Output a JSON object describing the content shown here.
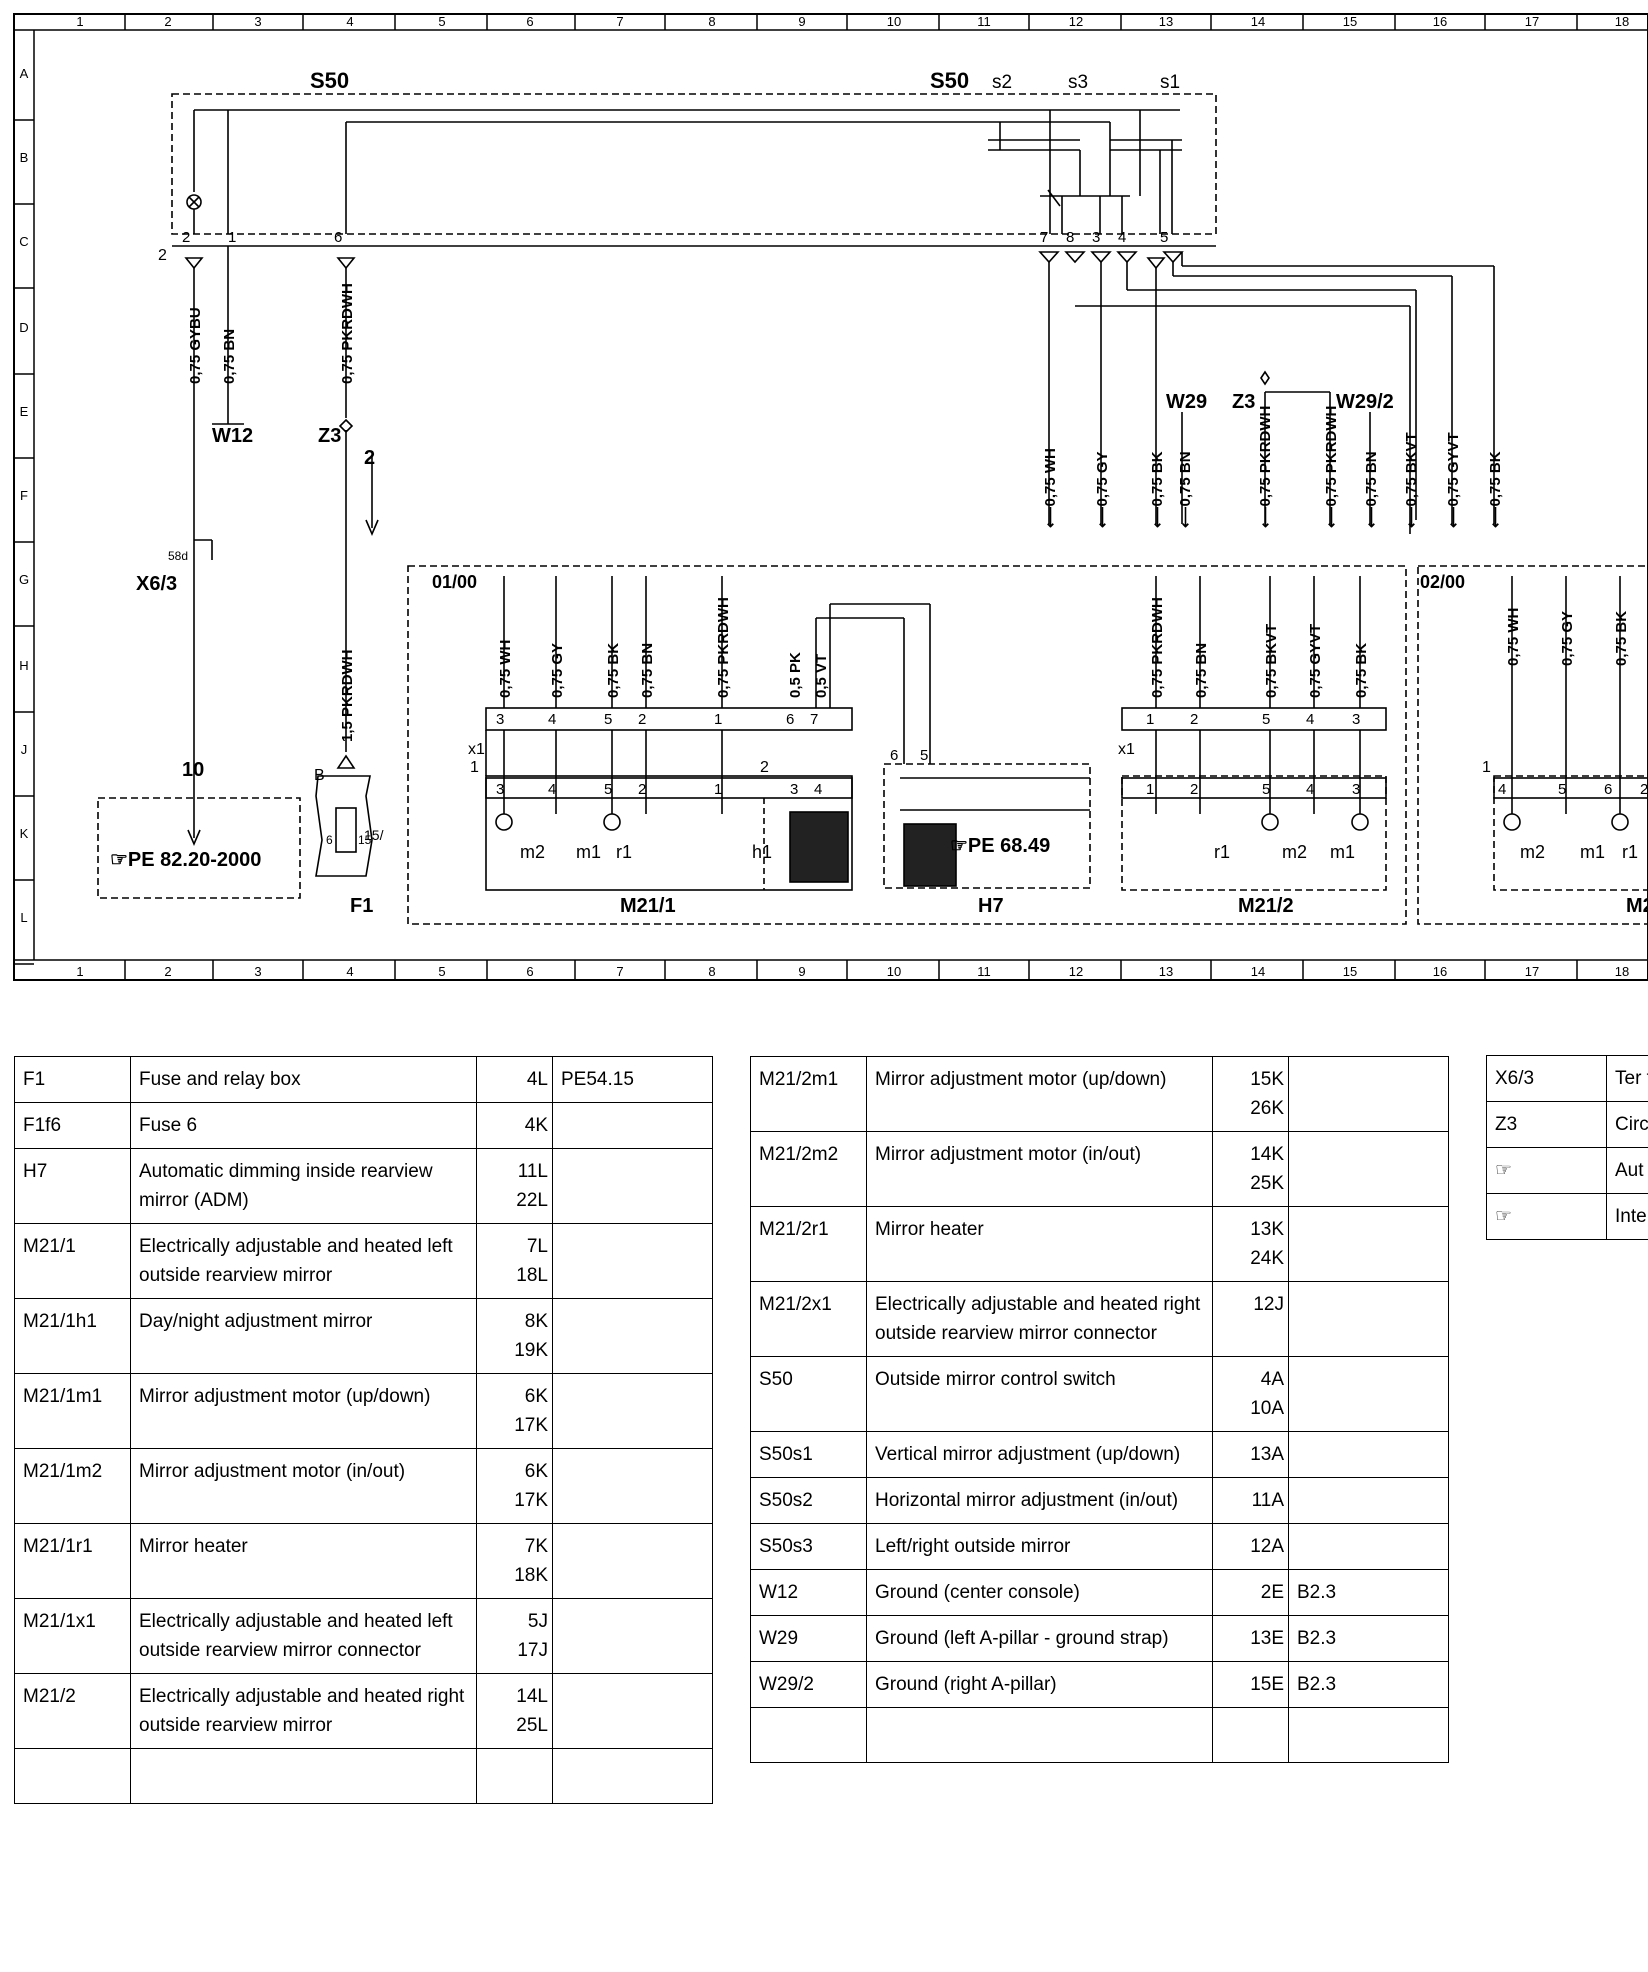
{
  "grid": {
    "columns": [
      "1",
      "2",
      "3",
      "4",
      "5",
      "6",
      "7",
      "8",
      "9",
      "10",
      "11",
      "12",
      "13",
      "14",
      "15",
      "16",
      "17",
      "18"
    ],
    "rows": [
      "A",
      "B",
      "C",
      "D",
      "E",
      "F",
      "G",
      "H",
      "J",
      "K",
      "L"
    ]
  },
  "labels": {
    "s50_left": "S50",
    "s50_right": "S50",
    "s2": "s2",
    "s3": "s3",
    "s1": "s1",
    "w12": "W12",
    "z3_left": "Z3",
    "z3_right": "Z3",
    "w29": "W29",
    "w29_2": "W29/2",
    "x6_3": "X6/3",
    "x6_3_pin": "58d",
    "f1": "F1",
    "f1_b": "B",
    "f1_6": "6",
    "f1_15": "15",
    "f1_15b": "15/",
    "ten": "10",
    "two_arrow": "2",
    "pe_left": "☞PE 82.20-2000",
    "pe_mid": "☞PE 68.49",
    "m21_1": "M21/1",
    "h7": "H7",
    "m21_2": "M21/2",
    "m_right": "M2",
    "sec_0100": "01/00",
    "sec_0200": "02/00",
    "x1_left": "x1",
    "x1_right": "x1",
    "m2": "m2",
    "m1": "m1",
    "r1": "r1",
    "h1": "h1",
    "one": "1",
    "two": "2"
  },
  "connector_pins": {
    "s50_bottom": [
      "2",
      "1",
      "6",
      "7",
      "8",
      "3",
      "4",
      "5"
    ],
    "m21_1_top": [
      "3",
      "4",
      "5",
      "2",
      "1",
      "6",
      "7"
    ],
    "m21_1_bot": [
      "3",
      "4",
      "5",
      "2",
      "1",
      "3",
      "4"
    ],
    "h7": [
      "6",
      "5"
    ],
    "m21_2_top": [
      "1",
      "2",
      "5",
      "4",
      "3"
    ],
    "m21_2_bot": [
      "1",
      "2",
      "5",
      "4",
      "3"
    ],
    "m_right_bot": [
      "4",
      "5",
      "6",
      "2"
    ]
  },
  "wires": {
    "gybu": "0,75 GYBU",
    "bn_left": "0,75 BN",
    "pkrdwh_left": "0,75 PKRDWH",
    "pkrdwh_f1": "1,5 PKRDWH",
    "top_right": [
      "0,75 WH",
      "0,75 GY",
      "0,75 BK",
      "0,75 BN",
      "0,75 PKRDWH",
      "0,75 PKRDWH",
      "0,75 BN",
      "0,75 BKVT",
      "0,75 GYVT",
      "0,75 BK"
    ],
    "m21_1": [
      "0,75 WH",
      "0,75 GY",
      "0,75 BK",
      "0,75 BN",
      "0,75 PKRDWH",
      "0,5 PK",
      "0,5 VT"
    ],
    "m21_2": [
      "0,75 PKRDWH",
      "0,75 BN",
      "0,75 BKVT",
      "0,75 GYVT",
      "0,75 BK"
    ],
    "m_right": [
      "0,75 WH",
      "0,75 GY",
      "0,75 BK"
    ]
  },
  "legend1": [
    {
      "code": "F1",
      "desc": "Fuse and relay box",
      "loc": "4L",
      "ref": "PE54.15"
    },
    {
      "code": "F1f6",
      "desc": "Fuse 6",
      "loc": "4K",
      "ref": ""
    },
    {
      "code": "H7",
      "desc": "Automatic dimming inside rearview mirror (ADM)",
      "loc": "11L 22L",
      "ref": ""
    },
    {
      "code": "M21/1",
      "desc": "Electrically adjustable and heated left outside rearview mirror",
      "loc": "7L 18L",
      "ref": ""
    },
    {
      "code": "M21/1h1",
      "desc": "Day/night adjustment mirror",
      "loc": "8K 19K",
      "ref": ""
    },
    {
      "code": "M21/1m1",
      "desc": "Mirror adjustment motor (up/down)",
      "loc": "6K 17K",
      "ref": ""
    },
    {
      "code": "M21/1m2",
      "desc": "Mirror adjustment motor (in/out)",
      "loc": "6K 17K",
      "ref": ""
    },
    {
      "code": "M21/1r1",
      "desc": "Mirror heater",
      "loc": "7K 18K",
      "ref": ""
    },
    {
      "code": "M21/1x1",
      "desc": "Electrically adjustable and heated left outside rearview mirror connector",
      "loc": "5J 17J",
      "ref": ""
    },
    {
      "code": "M21/2",
      "desc": "Electrically adjustable and heated right outside rearview mirror",
      "loc": "14L 25L",
      "ref": ""
    },
    {
      "code": "",
      "desc": "",
      "loc": "",
      "ref": ""
    }
  ],
  "legend2": [
    {
      "code": "M21/2m1",
      "desc": "Mirror adjustment motor (up/down)",
      "loc": "15K 26K",
      "ref": ""
    },
    {
      "code": "M21/2m2",
      "desc": "Mirror adjustment motor (in/out)",
      "loc": "14K 25K",
      "ref": ""
    },
    {
      "code": "M21/2r1",
      "desc": "Mirror heater",
      "loc": "13K 24K",
      "ref": ""
    },
    {
      "code": "M21/2x1",
      "desc": "Electrically adjustable and heated right outside rearview mirror connector",
      "loc": "12J",
      "ref": ""
    },
    {
      "code": "S50",
      "desc": "Outside mirror control switch",
      "loc": "4A 10A",
      "ref": ""
    },
    {
      "code": "S50s1",
      "desc": "Vertical mirror adjustment (up/down)",
      "loc": "13A",
      "ref": ""
    },
    {
      "code": "S50s2",
      "desc": "Horizontal mirror adjustment (in/out)",
      "loc": "11A",
      "ref": ""
    },
    {
      "code": "S50s3",
      "desc": "Left/right outside mirror",
      "loc": "12A",
      "ref": ""
    },
    {
      "code": "W12",
      "desc": "Ground (center console)",
      "loc": "2E",
      "ref": "B2.3"
    },
    {
      "code": "W29",
      "desc": "Ground (left A-pillar - ground strap)",
      "loc": "13E",
      "ref": "B2.3"
    },
    {
      "code": "W29/2",
      "desc": "Ground (right A-pillar)",
      "loc": "15E",
      "ref": "B2.3"
    },
    {
      "code": "",
      "desc": "",
      "loc": "",
      "ref": ""
    }
  ],
  "legend3": [
    {
      "code": "X6/3",
      "desc": "Ter tran"
    },
    {
      "code": "Z3",
      "desc": "Circ"
    },
    {
      "code": "☞",
      "desc": "Aut"
    },
    {
      "code": "☞",
      "desc": "Inte"
    }
  ]
}
